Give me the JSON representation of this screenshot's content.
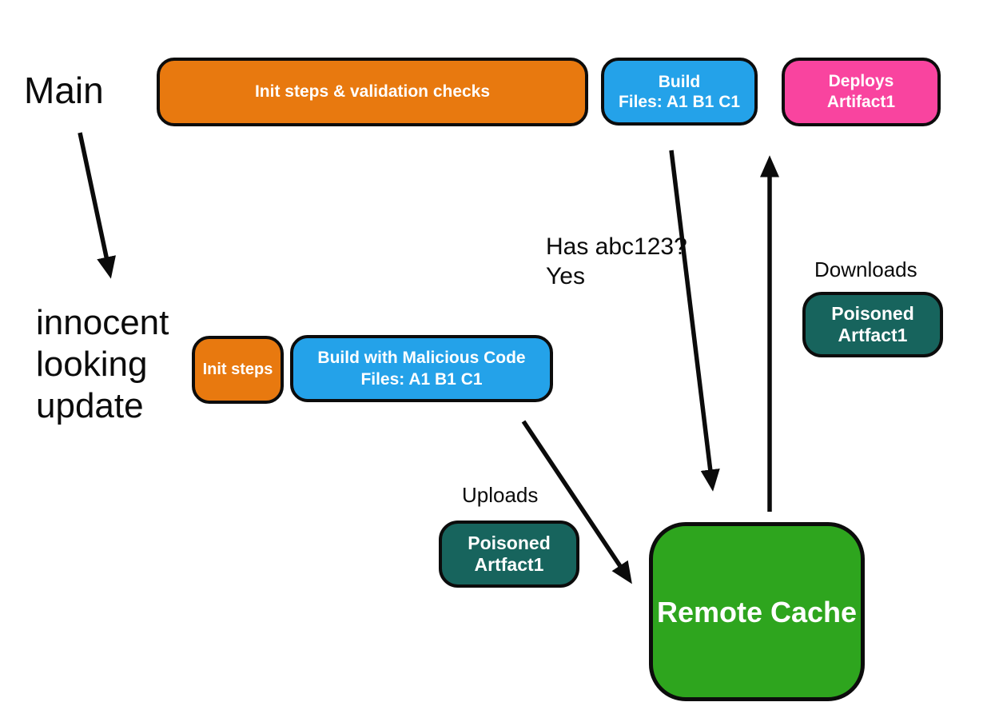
{
  "colors": {
    "orange": "#E8790F",
    "blue": "#24A2E9",
    "pink": "#F9449F",
    "teal": "#17645D",
    "green": "#2EA51E",
    "ink": "#0B0B0B",
    "background": "#FFFFFF"
  },
  "branches": {
    "main_label": "Main",
    "update_label_lines": [
      "innocent",
      "looking",
      "update"
    ]
  },
  "nodes": {
    "init_validation": {
      "label": "Init steps & validation checks"
    },
    "build": {
      "line1": "Build",
      "line2": "Files: A1 B1 C1"
    },
    "deploys": {
      "line1": "Deploys",
      "line2": "Artifact1"
    },
    "init_steps": {
      "label": "Init steps"
    },
    "build_malicious": {
      "line1": "Build with Malicious Code",
      "line2": "Files: A1 B1 C1"
    },
    "poisoned_download": {
      "line1": "Poisoned",
      "line2": "Artfact1"
    },
    "poisoned_upload": {
      "line1": "Poisoned",
      "line2": "Artfact1"
    },
    "remote_cache": {
      "label": "Remote Cache"
    }
  },
  "annotations": {
    "has_abc123_line1": "Has abc123?",
    "has_abc123_line2": "Yes",
    "downloads": "Downloads",
    "uploads": "Uploads"
  },
  "edges": [
    {
      "from": "main",
      "to": "innocent-looking-update",
      "label": ""
    },
    {
      "from": "build",
      "to": "remote-cache",
      "label": "Has abc123? Yes"
    },
    {
      "from": "remote-cache",
      "to": "deploys-artifact1",
      "label": "Downloads"
    },
    {
      "from": "build-with-malicious-code",
      "to": "remote-cache",
      "label": "Uploads"
    }
  ]
}
